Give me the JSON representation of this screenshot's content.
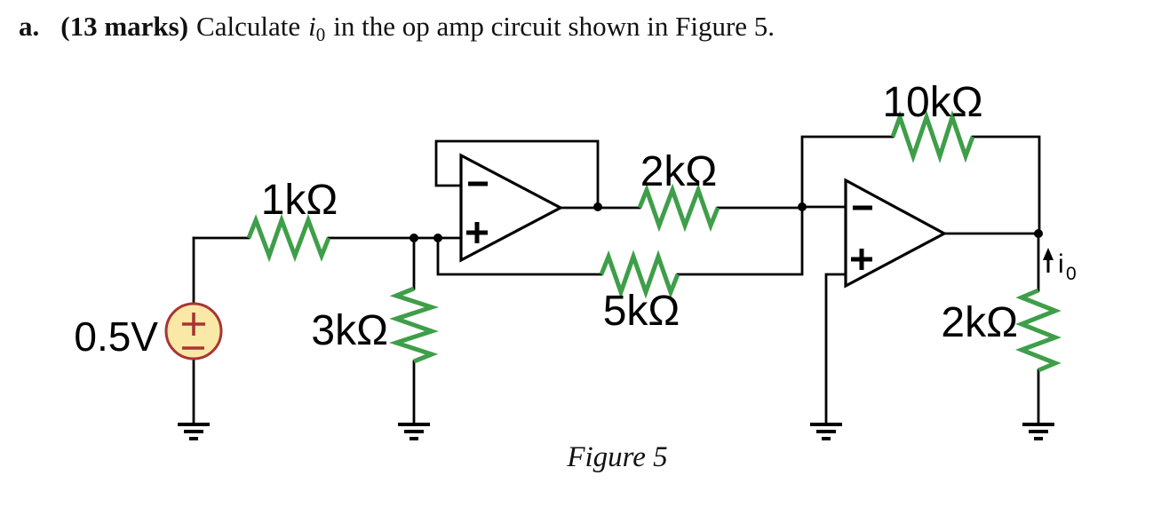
{
  "header": {
    "item_label": "a.",
    "marks_label": "(13 marks)",
    "text_before": "Calculate",
    "variable_symbol": "i",
    "variable_subscript": "0",
    "text_after": "in the op amp circuit shown in Figure 5."
  },
  "figure_caption": "Figure 5",
  "circuit": {
    "source": {
      "label": "0.5V",
      "type": "independent-voltage-source",
      "polarity_top": "+",
      "polarity_bottom": "−"
    },
    "resistors": {
      "r_input": {
        "label": "1kΩ",
        "orientation": "horizontal"
      },
      "r_shunt": {
        "label": "3kΩ",
        "orientation": "vertical"
      },
      "r_series": {
        "label": "2kΩ",
        "orientation": "horizontal"
      },
      "r_feedback_lower": {
        "label": "5kΩ",
        "orientation": "horizontal"
      },
      "r_feedback_top": {
        "label": "10kΩ",
        "orientation": "horizontal"
      },
      "r_load": {
        "label": "2kΩ",
        "orientation": "vertical"
      }
    },
    "opamp1": {
      "inverting_label": "−",
      "noninverting_label": "+"
    },
    "opamp2": {
      "inverting_label": "−",
      "noninverting_label": "+"
    },
    "output_current": {
      "symbol": "i",
      "subscript": "0",
      "direction": "up"
    },
    "grounds_count": 4,
    "colors": {
      "wire": "#000000",
      "resistor": "#3f9e49",
      "source_stroke": "#a93434",
      "source_fill": "#fae8a6",
      "label": "#000000"
    }
  }
}
